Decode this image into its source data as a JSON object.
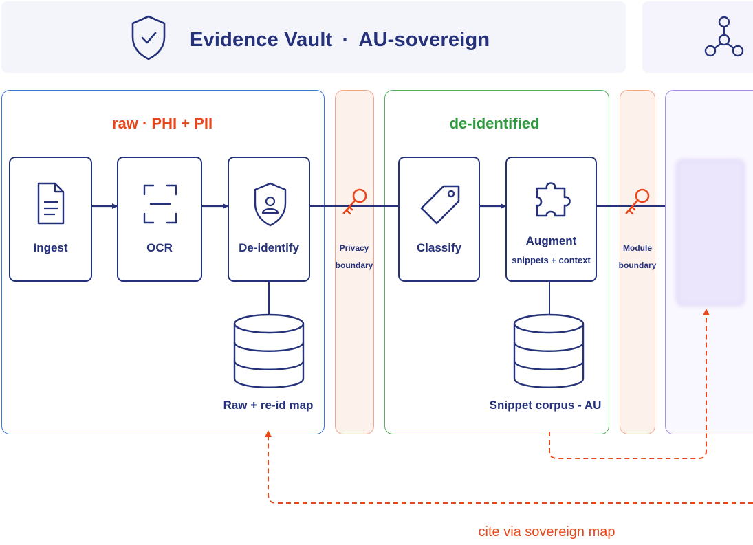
{
  "header": {
    "title": "Evidence Vault",
    "separator": "·",
    "subtitle": "AU-sovereign",
    "shield_icon": "shield-check-icon",
    "network_icon": "network-hub-icon"
  },
  "zones": {
    "raw_label": "raw · PHI + PII",
    "deid_label": "de-identified"
  },
  "nodes": {
    "ingest": {
      "label": "Ingest",
      "icon": "document-icon"
    },
    "ocr": {
      "label": "OCR",
      "icon": "scan-icon"
    },
    "deidentify": {
      "label": "De-identify",
      "icon": "shield-user-icon"
    },
    "classify": {
      "label": "Classify",
      "icon": "tag-icon"
    },
    "augment": {
      "label": "Augment",
      "sub": "snippets + context",
      "icon": "puzzle-icon"
    }
  },
  "boundaries": {
    "privacy_line1": "Privacy",
    "privacy_line2": "boundary",
    "module_line1": "Module",
    "module_line2": "boundary"
  },
  "stores": {
    "raw": "Raw + re-id map",
    "snippet": "Snippet corpus - AU"
  },
  "footer": {
    "cite": "cite via sovereign map"
  },
  "colors": {
    "navy": "#25327a",
    "raw_zone": "#3c7ad6",
    "deid_zone": "#54b05e",
    "boundary": "#f4a68a",
    "accent": "#e8461b",
    "output_zone": "#a98ee8"
  }
}
